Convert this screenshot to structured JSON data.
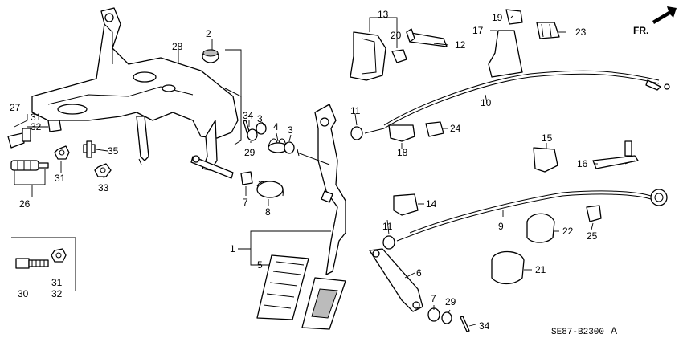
{
  "diagram": {
    "direction_label": "FR.",
    "code": "SE87-B2300",
    "code_suffix": "A",
    "callouts": {
      "c1": "1",
      "c2": "2",
      "c3a": "3",
      "c3b": "3",
      "c4": "4",
      "c5": "5",
      "c6": "6",
      "c7a": "7",
      "c7b": "7",
      "c8": "8",
      "c9": "9",
      "c10": "10",
      "c11a": "11",
      "c11b": "11",
      "c12": "12",
      "c13": "13",
      "c14": "14",
      "c15": "15",
      "c16": "16",
      "c17": "17",
      "c18": "18",
      "c19": "19",
      "c20": "20",
      "c21": "21",
      "c22": "22",
      "c23": "23",
      "c24": "24",
      "c25": "25",
      "c26": "26",
      "c27": "27",
      "c28": "28",
      "c29a": "29",
      "c29b": "29",
      "c30": "30",
      "c31a": "31",
      "c31b": "31",
      "c31c": "31",
      "c32a": "32",
      "c32b": "32",
      "c33": "33",
      "c34a": "34",
      "c34b": "34",
      "c35": "35"
    }
  }
}
